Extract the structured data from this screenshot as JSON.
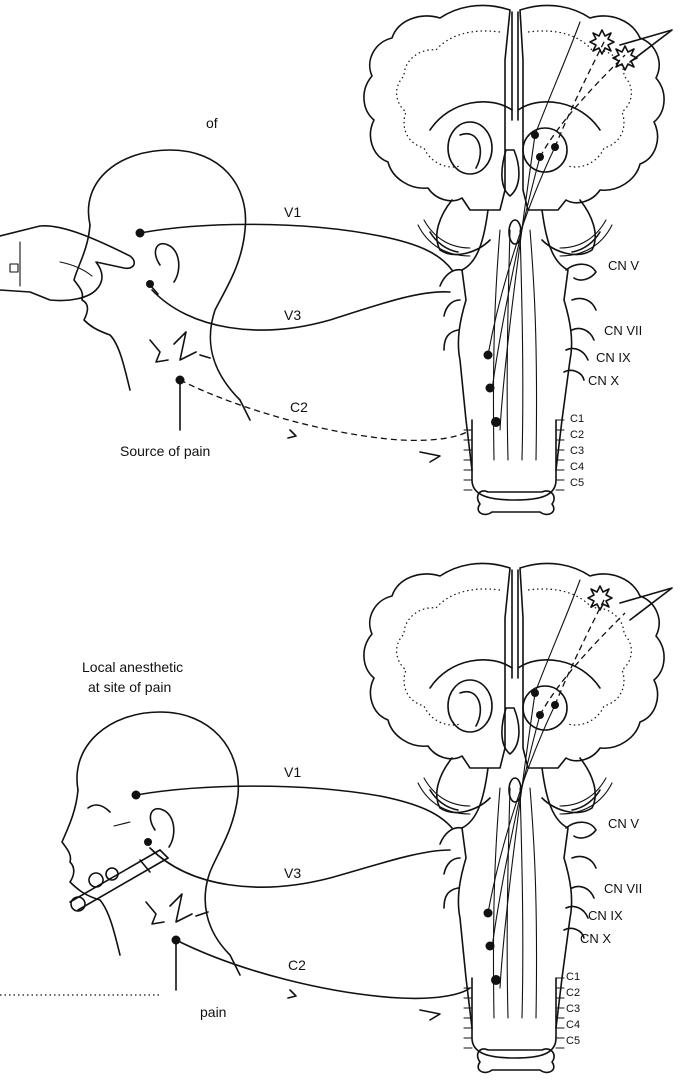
{
  "panels": [
    {
      "id": "top",
      "caption": "of",
      "source_label": "Source of pain",
      "nerves": {
        "v1": "V1",
        "v3": "V3",
        "c2": "C2"
      },
      "cranial": [
        "CN V",
        "CN VII",
        "CN IX",
        "CN X"
      ],
      "cervical": [
        "C1",
        "C2",
        "C3",
        "C4",
        "C5"
      ]
    },
    {
      "id": "bottom",
      "caption": "Local anesthetic at site of pain",
      "caption_line1": "Local anesthetic",
      "caption_line2": "at site of pain",
      "source_label": "pain",
      "nerves": {
        "v1": "V1",
        "v3": "V3",
        "c2": "C2"
      },
      "cranial": [
        "CN V",
        "CN VII",
        "CN IX",
        "CN X"
      ],
      "cervical": [
        "C1",
        "C2",
        "C3",
        "C4",
        "C5"
      ]
    }
  ]
}
